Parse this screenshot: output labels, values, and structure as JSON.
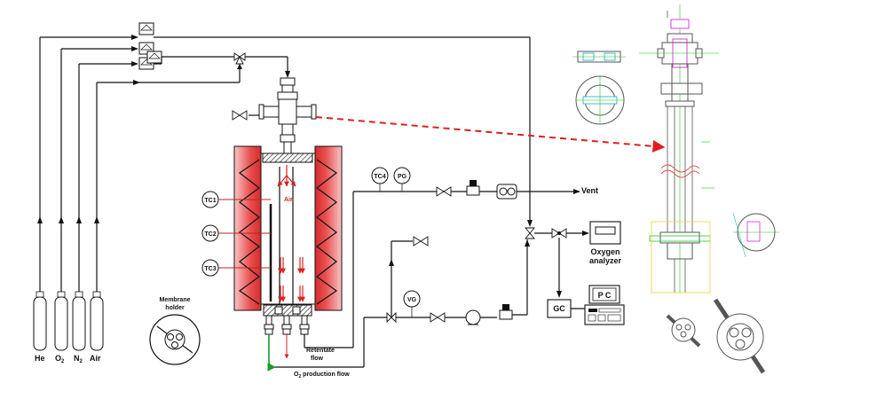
{
  "gases": {
    "he": "He",
    "o2": "O",
    "o2_sub": "2",
    "n2": "N",
    "n2_sub": "2",
    "air": "Air"
  },
  "instruments": {
    "tc1": "TC1",
    "tc2": "TC2",
    "tc3": "TC3",
    "tc4": "TC4",
    "pg": "PG",
    "vg": "VG",
    "gc": "GC",
    "pc": "P C"
  },
  "labels": {
    "membrane_holder_1": "Membrane",
    "membrane_holder_2": "holder",
    "retentate_1": "Retentate",
    "retentate_2": "flow",
    "o2_flow_pre": "O",
    "o2_flow_sub": "2",
    "o2_flow_post": " production flow",
    "vent": "Vent",
    "oxygen_1": "Oxygen",
    "oxygen_2": "analyzer",
    "air_in": "Air"
  },
  "colors": {
    "furnace_glow": "#e23a3a",
    "heater_zigzag": "#111111",
    "dashed_arrow": "#dd1f1f",
    "flow_arrows": "#dd2020",
    "o2_line": "#1a9a2a",
    "cad_cyan": "#2ab7c4",
    "cad_green": "#1ec81e",
    "cad_magenta": "#d030d0",
    "cad_yellow": "#e3d43a"
  }
}
